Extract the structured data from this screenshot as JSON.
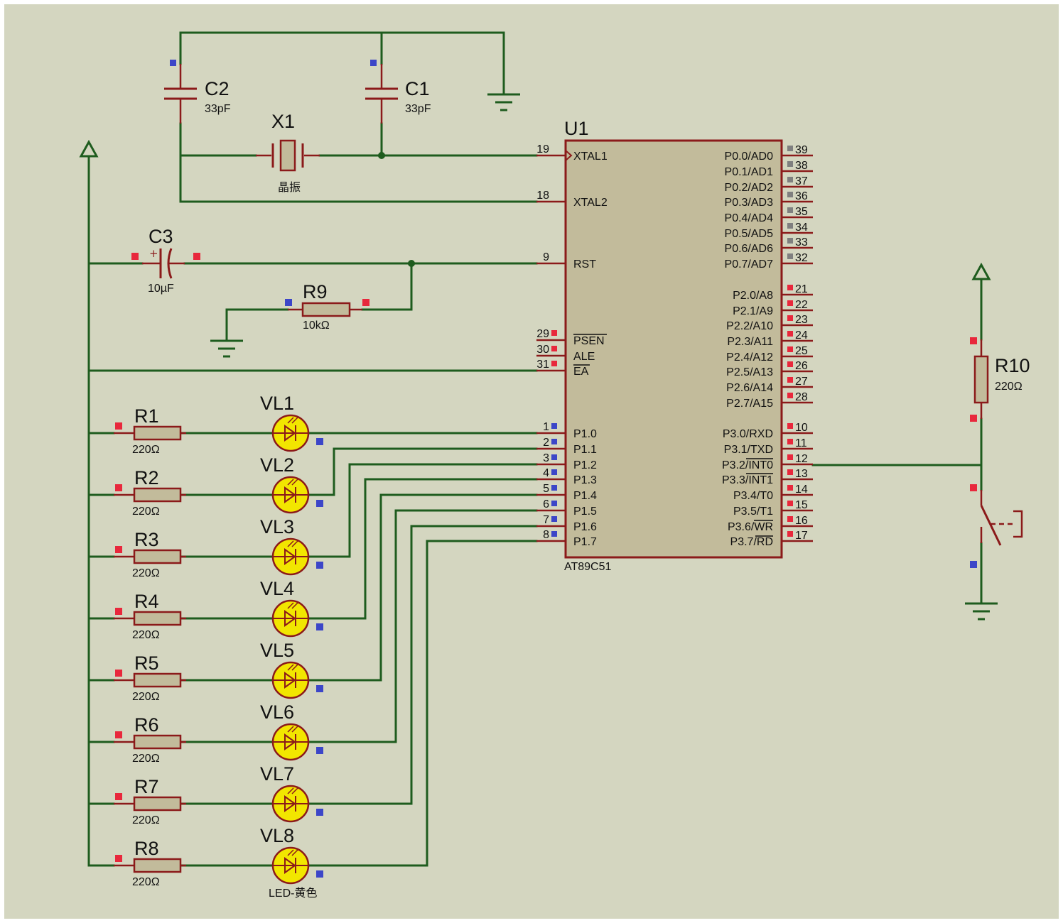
{
  "colors": {
    "background": "#d4d6c0",
    "wire": "#1e5c1e",
    "component": "#8b1a1a",
    "component_fill": "#c2bb9b",
    "led_fill": "#f2e600",
    "pin_red": "#e8283c",
    "pin_blue": "#3c46c8",
    "pin_gray": "#7f7f7f"
  },
  "mcu": {
    "ref": "U1",
    "part": "AT89C51",
    "left_pins": [
      {
        "num": "19",
        "name": "XTAL1"
      },
      {
        "num": "18",
        "name": "XTAL2"
      },
      {
        "num": "9",
        "name": "RST"
      },
      {
        "num": "29",
        "name": "PSEN"
      },
      {
        "num": "30",
        "name": "ALE"
      },
      {
        "num": "31",
        "name": "EA"
      },
      {
        "num": "1",
        "name": "P1.0"
      },
      {
        "num": "2",
        "name": "P1.1"
      },
      {
        "num": "3",
        "name": "P1.2"
      },
      {
        "num": "4",
        "name": "P1.3"
      },
      {
        "num": "5",
        "name": "P1.4"
      },
      {
        "num": "6",
        "name": "P1.5"
      },
      {
        "num": "7",
        "name": "P1.6"
      },
      {
        "num": "8",
        "name": "P1.7"
      }
    ],
    "right_pins": [
      {
        "num": "39",
        "name": "P0.0/AD0"
      },
      {
        "num": "38",
        "name": "P0.1/AD1"
      },
      {
        "num": "37",
        "name": "P0.2/AD2"
      },
      {
        "num": "36",
        "name": "P0.3/AD3"
      },
      {
        "num": "35",
        "name": "P0.4/AD4"
      },
      {
        "num": "34",
        "name": "P0.5/AD5"
      },
      {
        "num": "33",
        "name": "P0.6/AD6"
      },
      {
        "num": "32",
        "name": "P0.7/AD7"
      },
      {
        "num": "21",
        "name": "P2.0/A8"
      },
      {
        "num": "22",
        "name": "P2.1/A9"
      },
      {
        "num": "23",
        "name": "P2.2/A10"
      },
      {
        "num": "24",
        "name": "P2.3/A11"
      },
      {
        "num": "25",
        "name": "P2.4/A12"
      },
      {
        "num": "26",
        "name": "P2.5/A13"
      },
      {
        "num": "27",
        "name": "P2.6/A14"
      },
      {
        "num": "28",
        "name": "P2.7/A15"
      },
      {
        "num": "10",
        "name": "P3.0/RXD"
      },
      {
        "num": "11",
        "name": "P3.1/TXD"
      },
      {
        "num": "12",
        "name": "P3.2/INT0"
      },
      {
        "num": "13",
        "name": "P3.3/INT1"
      },
      {
        "num": "14",
        "name": "P3.4/T0"
      },
      {
        "num": "15",
        "name": "P3.5/T1"
      },
      {
        "num": "16",
        "name": "P3.6/WR"
      },
      {
        "num": "17",
        "name": "P3.7/RD"
      }
    ]
  },
  "components": {
    "C1": {
      "ref": "C1",
      "value": "33pF"
    },
    "C2": {
      "ref": "C2",
      "value": "33pF"
    },
    "C3": {
      "ref": "C3",
      "value": "10µF"
    },
    "X1": {
      "ref": "X1",
      "value": "晶振"
    },
    "R9": {
      "ref": "R9",
      "value": "10kΩ"
    },
    "R10": {
      "ref": "R10",
      "value": "220Ω"
    }
  },
  "led_rows": [
    {
      "resistor": "R1",
      "r_value": "220Ω",
      "led": "VL1"
    },
    {
      "resistor": "R2",
      "r_value": "220Ω",
      "led": "VL2"
    },
    {
      "resistor": "R3",
      "r_value": "220Ω",
      "led": "VL3"
    },
    {
      "resistor": "R4",
      "r_value": "220Ω",
      "led": "VL4"
    },
    {
      "resistor": "R5",
      "r_value": "220Ω",
      "led": "VL5"
    },
    {
      "resistor": "R6",
      "r_value": "220Ω",
      "led": "VL6"
    },
    {
      "resistor": "R7",
      "r_value": "220Ω",
      "led": "VL7"
    },
    {
      "resistor": "R8",
      "r_value": "220Ω",
      "led": "VL8"
    }
  ],
  "led_part_label": "LED-黄色"
}
